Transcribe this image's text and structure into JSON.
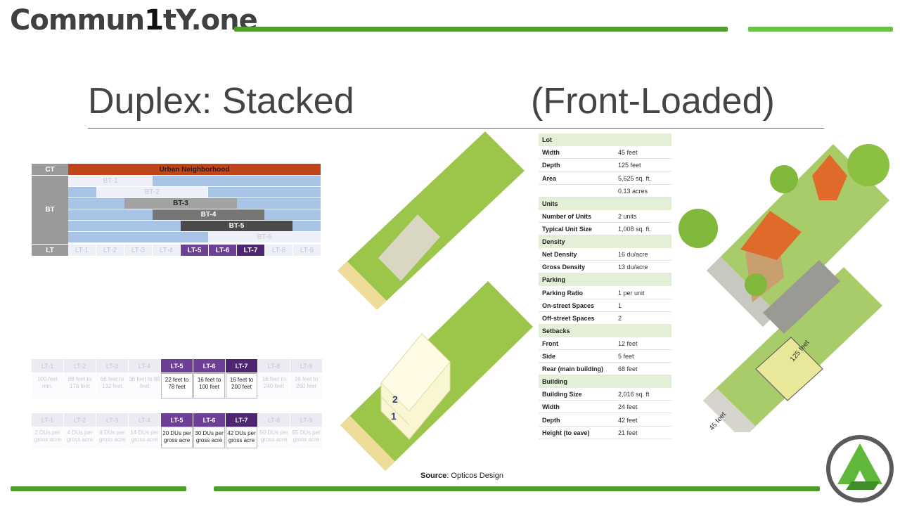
{
  "logo": {
    "prefix": "Commun",
    "one": "1",
    "suffix": "tY.one"
  },
  "title": {
    "left": "Duplex: Stacked",
    "right": "(Front-Loaded)"
  },
  "matrix": {
    "ct_label": "CT",
    "ct_value": "Urban Neighborhood",
    "bt_label": "BT",
    "lt_label": "LT",
    "bt_rows": [
      "BT-1",
      "BT-2",
      "BT-3",
      "BT-4",
      "BT-5",
      "BT-6"
    ],
    "lt_cells": [
      "LT-1",
      "LT-2",
      "LT-3",
      "LT-4",
      "LT-5",
      "LT-6",
      "LT-7",
      "LT-8",
      "LT-9"
    ]
  },
  "lot_width_table": {
    "headers": [
      "LT-1",
      "LT-2",
      "LT-3",
      "LT-4",
      "LT-5",
      "LT-6",
      "LT-7",
      "LT-8",
      "LT-9"
    ],
    "values": [
      "100 feet min.",
      "88 feet to 176 feet",
      "66 feet to 132 feet",
      "36 feet to 88 feet",
      "22 feet to 78 feet",
      "16 feet to 100 feet",
      "16 feet to 200 feet",
      "16 feet to 240 feet",
      "16 feet to 260 feet"
    ]
  },
  "density_table": {
    "headers": [
      "LT-1",
      "LT-2",
      "LT-3",
      "LT-4",
      "LT-5",
      "LT-6",
      "LT-7",
      "LT-8",
      "LT-9"
    ],
    "values": [
      "2 DUs per gross acre",
      "4 DUs per gross acre",
      "8 DUs per gross acre",
      "14 DUs per gross acre",
      "20 DUs per gross acre",
      "30 DUs per gross acre",
      "42 DUs per gross acre",
      "50 DUs per gross acre",
      "65 DUs per gross acre"
    ]
  },
  "diagram": {
    "floor_2": "2",
    "floor_1": "1"
  },
  "aerial": {
    "width_label": "45 feet",
    "depth_label": "125 feet"
  },
  "data_table": {
    "lot": {
      "section": "Lot",
      "width_label": "Width",
      "width": "45 feet",
      "depth_label": "Depth",
      "depth": "125 feet",
      "area_label": "Area",
      "area": "5,625 sq. ft.",
      "acres": "0.13 acres"
    },
    "units": {
      "section": "Units",
      "number_label": "Number of Units",
      "number": "2 units",
      "size_label": "Typical Unit Size",
      "size": "1,008 sq. ft."
    },
    "density": {
      "section": "Density",
      "net_label": "Net Density",
      "net": "16 du/acre",
      "gross_label": "Gross Density",
      "gross": "13 du/acre"
    },
    "parking": {
      "section": "Parking",
      "ratio_label": "Parking Ratio",
      "ratio": "1 per unit",
      "on_label": "On-street Spaces",
      "on": "1",
      "off_label": "Off-street Spaces",
      "off": "2"
    },
    "setbacks": {
      "section": "Setbacks",
      "front_label": "Front",
      "front": "12 feet",
      "side_label": "Side",
      "side": "5 feet",
      "rear_label": "Rear (main building)",
      "rear": "68 feet"
    },
    "building": {
      "section": "Building",
      "size_label": "Building Size",
      "size": "2,016 sq. ft",
      "width_label": "Width",
      "width": "24 feet",
      "depth_label": "Depth",
      "depth": "42 feet",
      "height_label": "Height (to eave)",
      "height": "21 feet"
    }
  },
  "source": {
    "label": "Source",
    "text": ": Opticos Design"
  },
  "colors": {
    "accent_green": "#4f9d2d",
    "lot_green": "#9cc64a",
    "purple": "#6e3f96",
    "ct_orange": "#c0451b"
  }
}
